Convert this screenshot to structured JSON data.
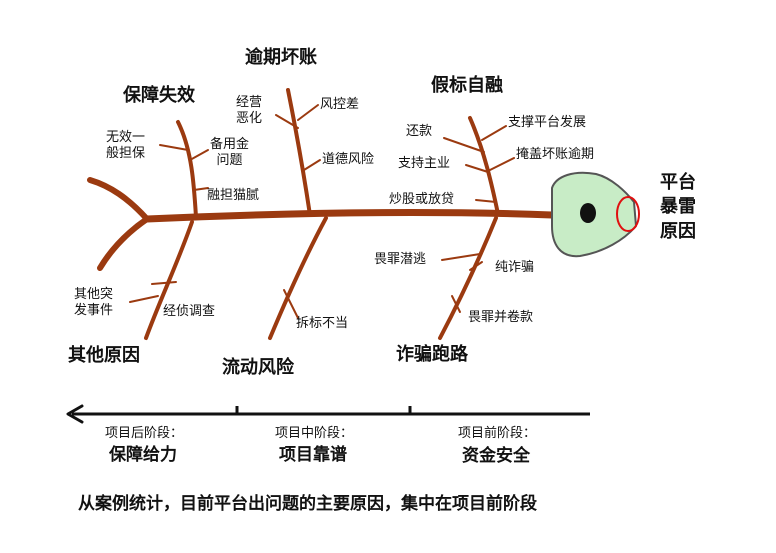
{
  "categories": {
    "guarantee_failure": "保障失效",
    "overdue_bad_debt": "逾期坏账",
    "fake_self_financing": "假标自融",
    "other_reasons": "其他原因",
    "liquidity_risk": "流动风险",
    "fraud_runaway": "诈骗跑路"
  },
  "causes": {
    "no_effective_guarantee": "无效一\n般担保",
    "reserve_fund_issue": "备用金\n问题",
    "financing_guarantee_tricks": "融担猫腻",
    "operation_deterioration": "经营\n恶化",
    "risk_control_poor": "风控差",
    "moral_hazard": "道德风险",
    "repay_loans": "还款",
    "support_main_business": "支持主业",
    "speculate_or_lend": "炒股或放贷",
    "support_platform_growth": "支撑平台发展",
    "cover_bad_debt": "掩盖坏账逾期",
    "unexpected_events": "其他突\n发事件",
    "investigation": "经侦调查",
    "improper_split": "拆标不当",
    "flee_from_crime": "畏罪潜逃",
    "pure_fraud": "纯诈骗",
    "abscond_with_funds": "畏罪并卷款"
  },
  "head_title": "平台\n暴雷\n原因",
  "phases": [
    {
      "label": "项目后阶段：",
      "value": "保障给力"
    },
    {
      "label": "项目中阶段：",
      "value": "项目靠谱"
    },
    {
      "label": "项目前阶段：",
      "value": "资金安全"
    }
  ],
  "summary": "从案例统计，目前平台出问题的主要原因，集中在项目前阶段",
  "colors": {
    "bone": "#9b3a10",
    "head_fill": "#c8ecc6",
    "head_stroke": "#555555",
    "eye": "#111111",
    "mouth": "#e01010",
    "text": "#111111"
  }
}
